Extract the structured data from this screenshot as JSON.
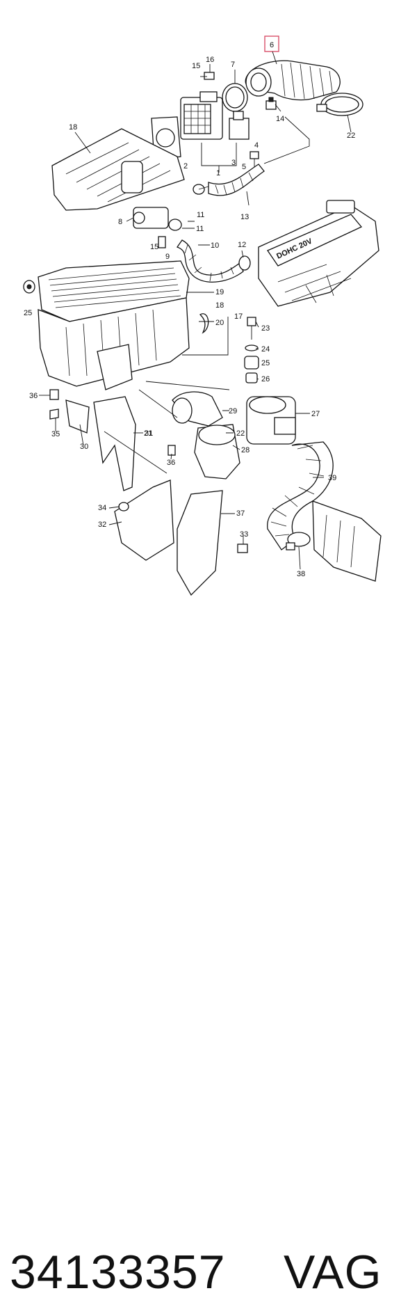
{
  "highlight_color": "#d9506a",
  "callouts": [
    "1",
    "2",
    "3",
    "4",
    "5",
    "6",
    "7",
    "8",
    "9",
    "10",
    "11",
    "11",
    "12",
    "13",
    "14",
    "15",
    "15",
    "16",
    "17",
    "18",
    "18",
    "19",
    "20",
    "21",
    "22",
    "22",
    "23",
    "24",
    "25",
    "25",
    "26",
    "27",
    "28",
    "29",
    "30",
    "31",
    "32",
    "33",
    "34",
    "35",
    "36",
    "36",
    "37",
    "38",
    "39"
  ],
  "engine_lettering": "DOHC 20V",
  "footer": {
    "part_number": "34133357",
    "brand": "VAG"
  }
}
